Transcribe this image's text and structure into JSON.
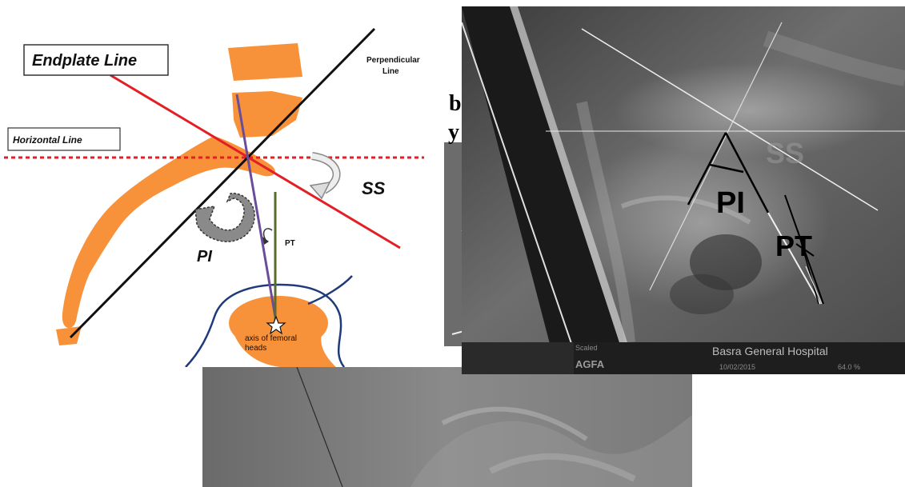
{
  "diagram": {
    "labels": {
      "endplate_line": "Endplate Line",
      "horizontal_line": "Horizontal Line",
      "perpendicular_line": "Perpendicular Line",
      "ss": "SS",
      "pi": "PI",
      "pt": "PT",
      "axis_femoral_heads": "axis of femoral heads"
    },
    "colors": {
      "bone": "#f7923a",
      "endplate_line": "#e31e24",
      "perpendicular_line": "#111111",
      "femoral_axis_line": "#6b4c9a",
      "vertical_line": "#5a6b2a",
      "outline": "#1f3a7a"
    }
  },
  "xray": {
    "labels": {
      "ss": "SS",
      "pi": "PI",
      "pt": "PT"
    },
    "footer": {
      "hospital": "Basra General Hospital",
      "brand": "AGFA",
      "date": "10/02/2015",
      "zoom": "64.0 %",
      "scaled": "Scaled"
    }
  },
  "overlap_text": {
    "b": "b",
    "y": "y"
  }
}
